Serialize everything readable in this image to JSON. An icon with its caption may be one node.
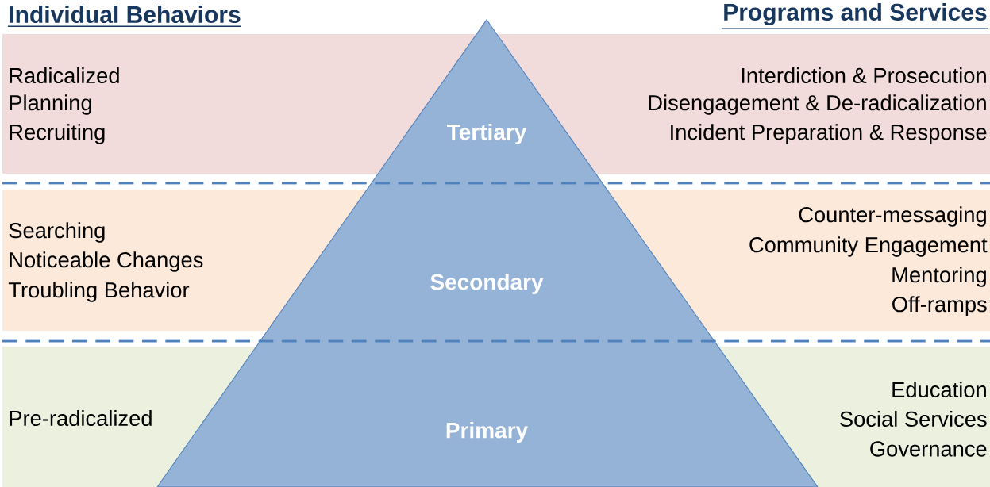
{
  "diagram": {
    "nodes": [
      {
        "text": [
          "Tertiary",
          "Secondary",
          "Primary"
        ]
      }
    ],
    "labels": [
      "Individual Behaviors",
      "Programs and Services",
      "Radicalized",
      "Planning",
      "Recruiting",
      "Interdiction & Prosecution",
      "Disengagement & De-radicalization",
      "Incident Preparation & Response",
      "Searching",
      "Noticeable Changes",
      "Troubling Behavior",
      "Counter-messaging",
      "Community Engagement",
      "Mentoring",
      "Off-ramps",
      "Pre-radicalized",
      "Education",
      "Social Services",
      "Governance"
    ]
  }
}
